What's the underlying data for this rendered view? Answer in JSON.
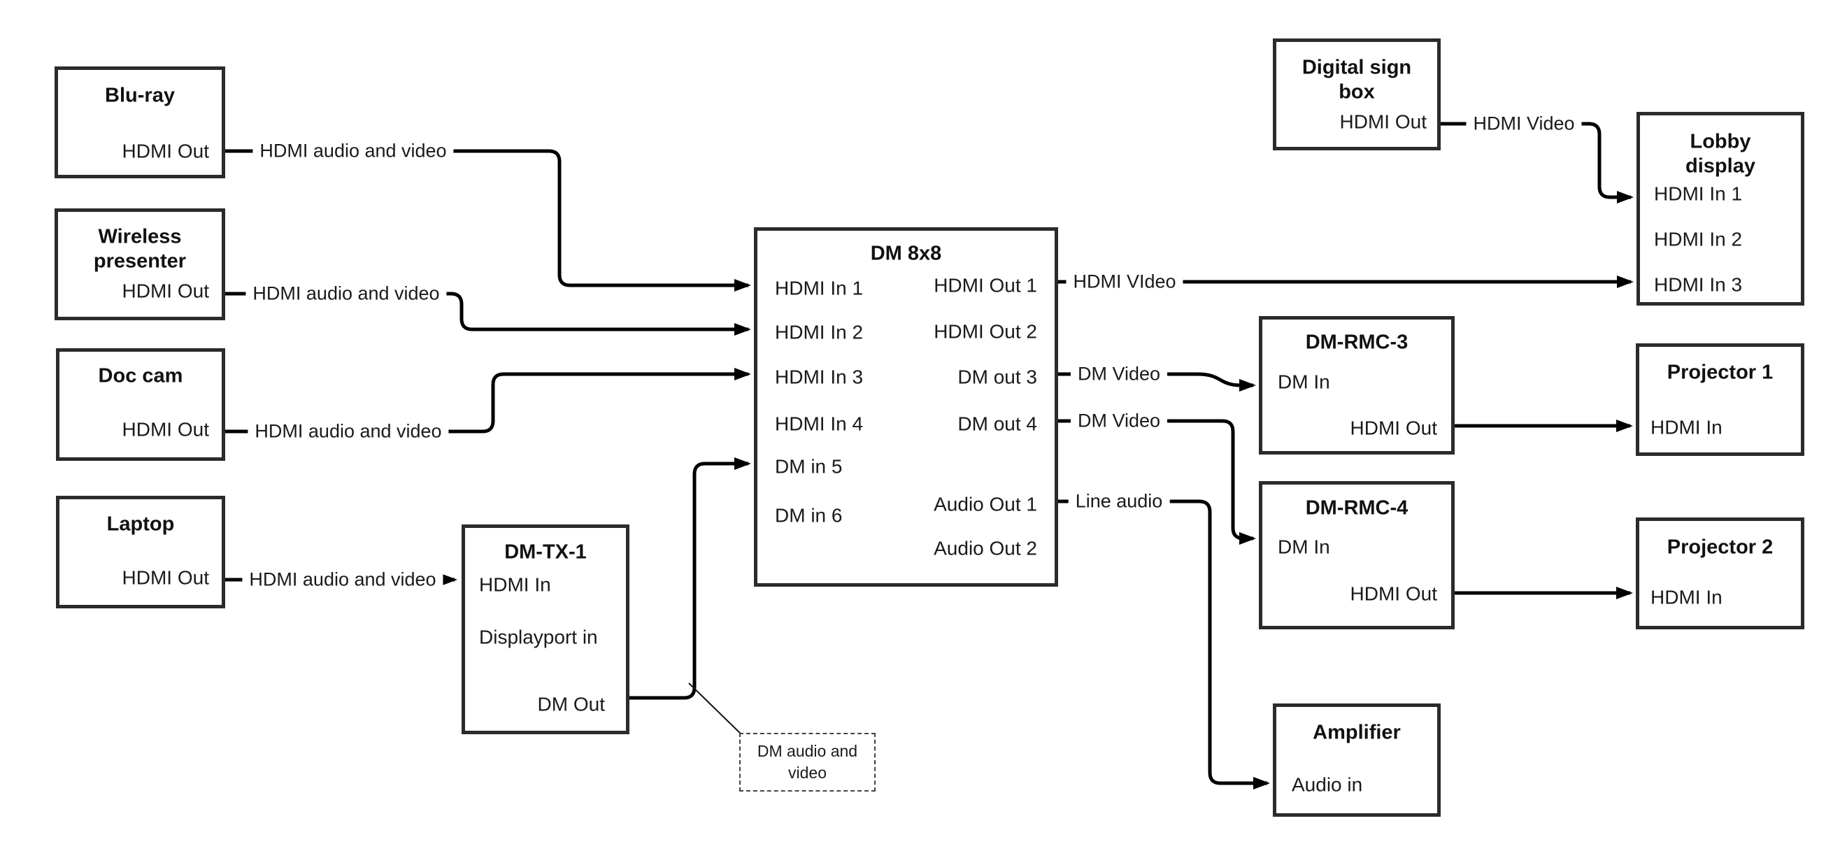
{
  "colors": {
    "line": "#000000",
    "box_border": "#2b2b2b",
    "text": "#1a1a1a",
    "background": "#ffffff"
  },
  "nodes": {
    "bluray": {
      "title": "Blu-ray",
      "hdmi_out": "HDMI Out"
    },
    "wireless": {
      "title": "Wireless presenter",
      "hdmi_out": "HDMI Out"
    },
    "doccam": {
      "title": "Doc cam",
      "hdmi_out": "HDMI Out"
    },
    "laptop": {
      "title": "Laptop",
      "hdmi_out": "HDMI Out"
    },
    "dmtx1": {
      "title": "DM-TX-1",
      "hdmi_in": "HDMI In",
      "displayport_in": "Displayport in",
      "dm_out": "DM Out"
    },
    "dm8x8": {
      "title": "DM 8x8",
      "hdmi_in_1": "HDMI In 1",
      "hdmi_in_2": "HDMI In 2",
      "hdmi_in_3": "HDMI In 3",
      "hdmi_in_4": "HDMI In 4",
      "dm_in_5": "DM in 5",
      "dm_in_6": "DM in 6",
      "hdmi_out_1": "HDMI Out 1",
      "hdmi_out_2": "HDMI Out 2",
      "dm_out_3": "DM out 3",
      "dm_out_4": "DM out 4",
      "audio_out_1": "Audio Out 1",
      "audio_out_2": "Audio Out 2"
    },
    "signbox": {
      "title": "Digital sign box",
      "hdmi_out": "HDMI Out"
    },
    "lobby": {
      "title": "Lobby display",
      "hdmi_in_1": "HDMI In 1",
      "hdmi_in_2": "HDMI In 2",
      "hdmi_in_3": "HDMI In 3"
    },
    "rmc3": {
      "title": "DM-RMC-3",
      "dm_in": "DM In",
      "hdmi_out": "HDMI Out"
    },
    "rmc4": {
      "title": "DM-RMC-4",
      "dm_in": "DM In",
      "hdmi_out": "HDMI Out"
    },
    "proj1": {
      "title": "Projector 1",
      "hdmi_in": "HDMI In"
    },
    "proj2": {
      "title": "Projector 2",
      "hdmi_in": "HDMI In"
    },
    "amp": {
      "title": "Amplifier",
      "audio_in": "Audio in"
    }
  },
  "cables": {
    "bluray_to_dm8x8": "HDMI audio and video",
    "wireless_to_dm8x8": "HDMI audio and video",
    "doccam_to_dm8x8": "HDMI audio and video",
    "laptop_to_dmtx1": "HDMI audio and video",
    "signbox_to_lobby": "HDMI Video",
    "dm8x8_to_lobby": "HDMI VIdeo",
    "dm8x8_to_rmc3": "DM Video",
    "dm8x8_to_rmc4": "DM Video",
    "dm8x8_to_amp": "Line audio",
    "annotation": "DM audio and video"
  }
}
